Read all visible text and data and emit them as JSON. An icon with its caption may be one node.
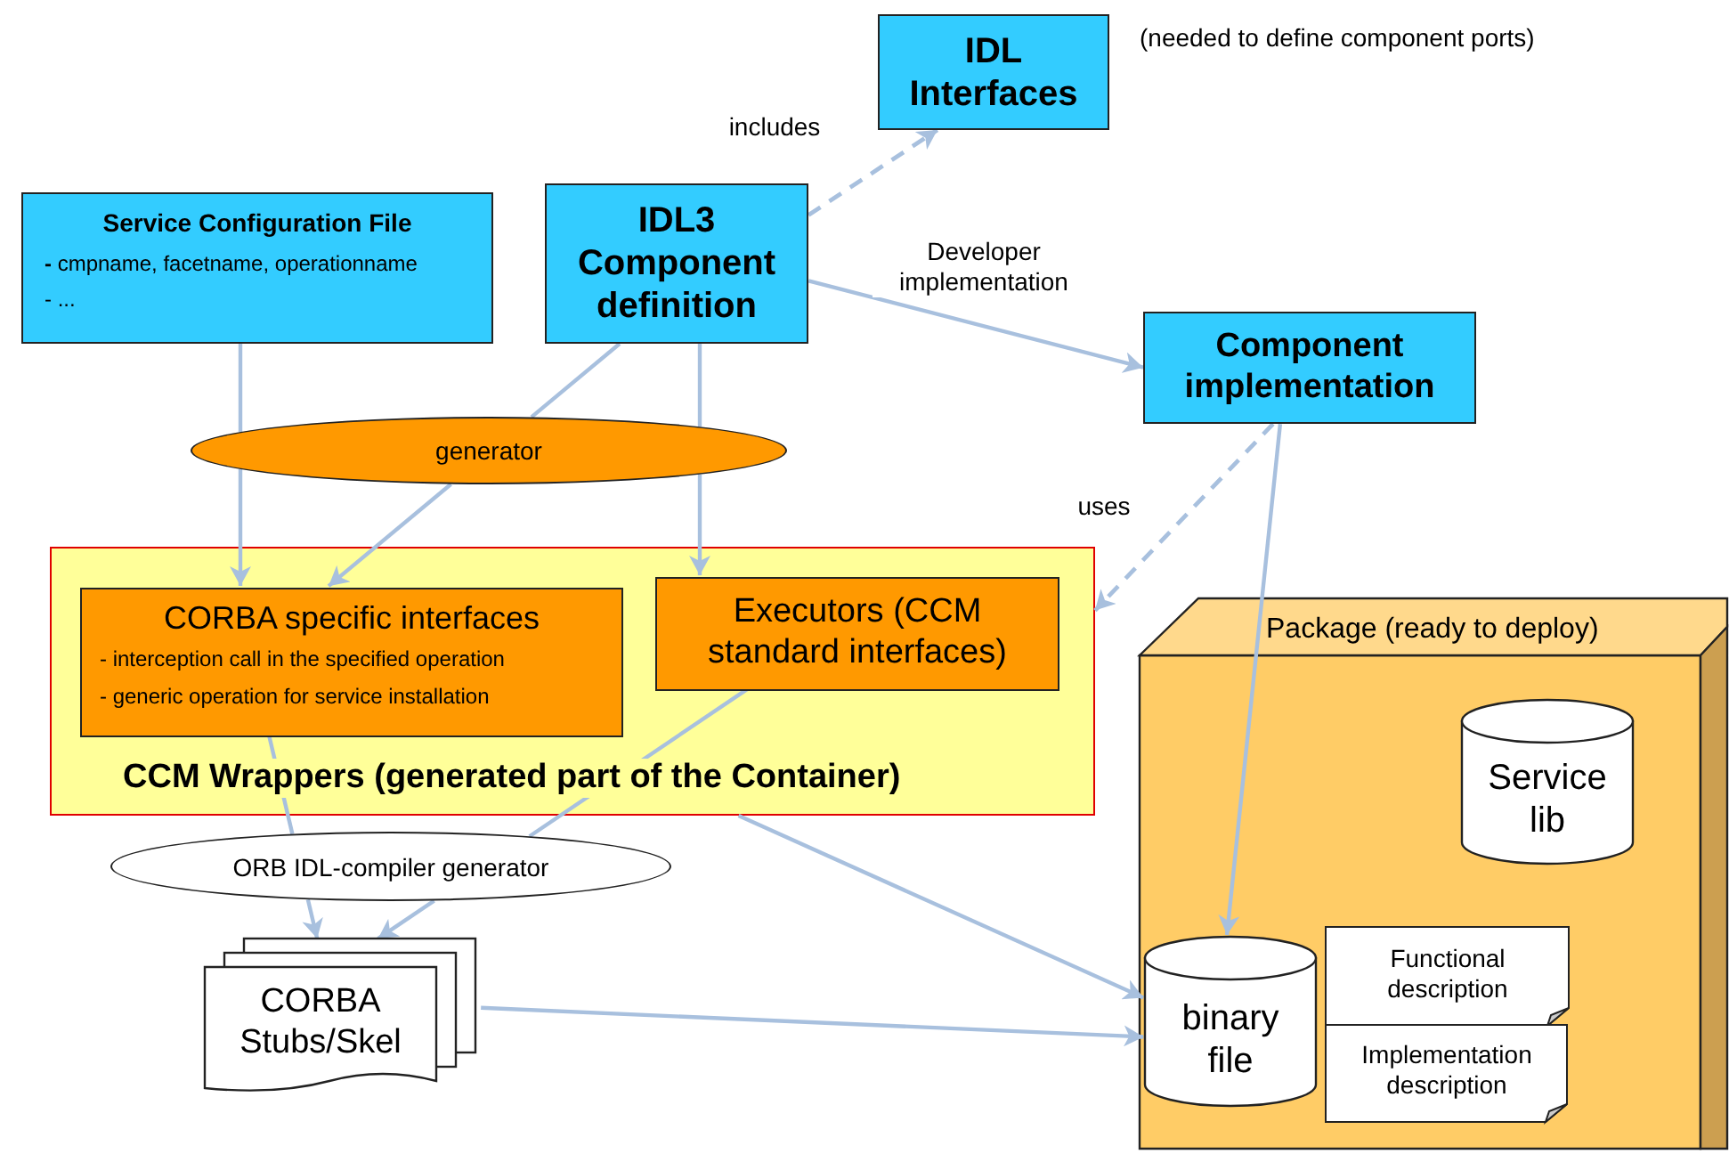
{
  "diagram": {
    "nodes": [
      {
        "text": [
          "Service Configuration File",
          "**-** cmpname, facetname, operationname",
          "- ..."
        ]
      },
      {
        "text": [
          "IDL3 Component definition"
        ]
      },
      {
        "text": [
          "IDL Interfaces"
        ],
        "beside": [
          "(needed to define component ports)"
        ]
      },
      {
        "text": [
          "Component implementation"
        ]
      },
      {
        "text": [
          "generator"
        ]
      },
      {
        "text": [
          "CCM Wrappers (generated part of the Container)"
        ]
      },
      {
        "text": [
          "CORBA specific interfaces",
          "- interception call in the specified operation",
          "- generic operation for service installation"
        ],
        "in": 5
      },
      {
        "text": [
          "Executors (CCM standard interfaces)"
        ],
        "in": 5
      },
      {
        "text": [
          "ORB IDL-compiler generator"
        ]
      },
      {
        "text": [
          "CORBA Stubs/Skel"
        ]
      },
      {
        "text": [
          "Package (ready to deploy)"
        ]
      },
      {
        "text": [
          "Service lib"
        ],
        "in": 10
      },
      {
        "text": [
          "binary file"
        ],
        "in": 10
      },
      {
        "text": [
          "Functional description"
        ],
        "in": 10
      },
      {
        "text": [
          "Implementation description"
        ],
        "in": 10
      }
    ],
    "edges": [
      {
        "from": 1,
        "to": 2,
        "arrow": "to",
        "label": "includes",
        "style": "dashed"
      },
      {
        "from": 1,
        "to": 3,
        "arrow": "to",
        "label": "Developer implementation"
      },
      {
        "from": 0,
        "to": 4,
        "arrow": "none"
      },
      {
        "from": 4,
        "to": 6,
        "arrow": "to"
      },
      {
        "from": 1,
        "to": 4,
        "arrow": "none"
      },
      {
        "from": 4,
        "to": 6,
        "arrow": "to"
      },
      {
        "from": 1,
        "to": 4,
        "arrow": "none"
      },
      {
        "from": 4,
        "to": 7,
        "arrow": "to"
      },
      {
        "from": 6,
        "to": 8,
        "arrow": "none"
      },
      {
        "from": 8,
        "to": 9,
        "arrow": "to"
      },
      {
        "from": 7,
        "to": 8,
        "arrow": "none"
      },
      {
        "from": 8,
        "to": 9,
        "arrow": "to"
      },
      {
        "from": 3,
        "to": 5,
        "arrow": "to",
        "label": "uses",
        "style": "dashed"
      },
      {
        "from": 3,
        "to": 12,
        "arrow": "to"
      },
      {
        "from": 5,
        "to": 12,
        "arrow": "to"
      },
      {
        "from": 9,
        "to": 12,
        "arrow": "to"
      }
    ]
  }
}
